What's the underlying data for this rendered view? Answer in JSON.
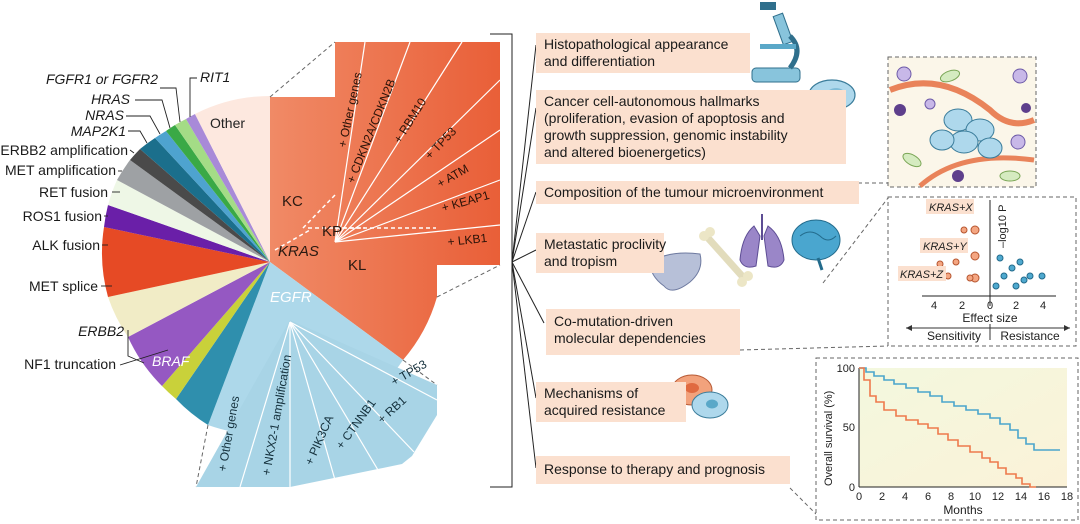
{
  "pie": {
    "other": "Other",
    "kras": "KRAS",
    "egfr": "EGFR",
    "braf": "BRAF",
    "kc": "KC",
    "kp": "KP",
    "kl": "KL",
    "left_labels": [
      "RIT1",
      "FGFR1 or FGFR2",
      "HRAS",
      "NRAS",
      "MAP2K1",
      "ERBB2 amplification",
      "MET amplification",
      "RET fusion",
      "ROS1 fusion",
      "ALK fusion",
      "MET splice",
      "ERBB2",
      "NF1 truncation"
    ],
    "kras_comutations": [
      "+ Other genes",
      "+ CDKN2A/CDKN2B",
      "+ RBM10",
      "+ TP53",
      "+ ATM",
      "+ KEAP1",
      "+ LKB1"
    ],
    "egfr_comutations": [
      "+ Other genes",
      "+ NKX2-1 amplification",
      "+ PIK3CA",
      "+ CTNNB1",
      "+ RB1",
      "+ TP53"
    ]
  },
  "boxes": {
    "histo": [
      "Histopathological appearance",
      "and differentiation"
    ],
    "hallmarks": [
      "Cancer cell-autonomous hallmarks",
      "(proliferation, evasion of apoptosis and",
      "growth suppression, genomic instability",
      "and altered bioenergetics)"
    ],
    "tme": [
      "Composition of the tumour microenvironment"
    ],
    "metastatic": [
      "Metastatic proclivity",
      "and tropism"
    ],
    "comut": [
      "Co-mutation-driven",
      "molecular dependencies"
    ],
    "resistance": [
      "Mechanisms of",
      "acquired resistance"
    ],
    "response": [
      "Response to therapy and prognosis"
    ]
  },
  "effect_plot": {
    "labels": [
      "KRAS+X",
      "KRAS+Y",
      "KRAS+Z"
    ],
    "yaxis": "–log10 P",
    "xlabel": "Effect size",
    "ticks": [
      "4",
      "2",
      "0",
      "2",
      "4"
    ],
    "sensitivity": "Sensitivity",
    "resistance": "Resistance"
  },
  "survival": {
    "ylabel": "Overall survival (%)",
    "xlabel": "Months",
    "yticks": [
      "100",
      "50",
      "0"
    ],
    "xticks": [
      "0",
      "2",
      "4",
      "6",
      "8",
      "10",
      "12",
      "14",
      "16",
      "18"
    ]
  },
  "colors": {
    "kras": "#ee7550",
    "egfr": "#a8d4e6",
    "box": "#fbe0cf",
    "blue_curve": "#4aa5cc",
    "orange_curve": "#ee7a4c"
  }
}
